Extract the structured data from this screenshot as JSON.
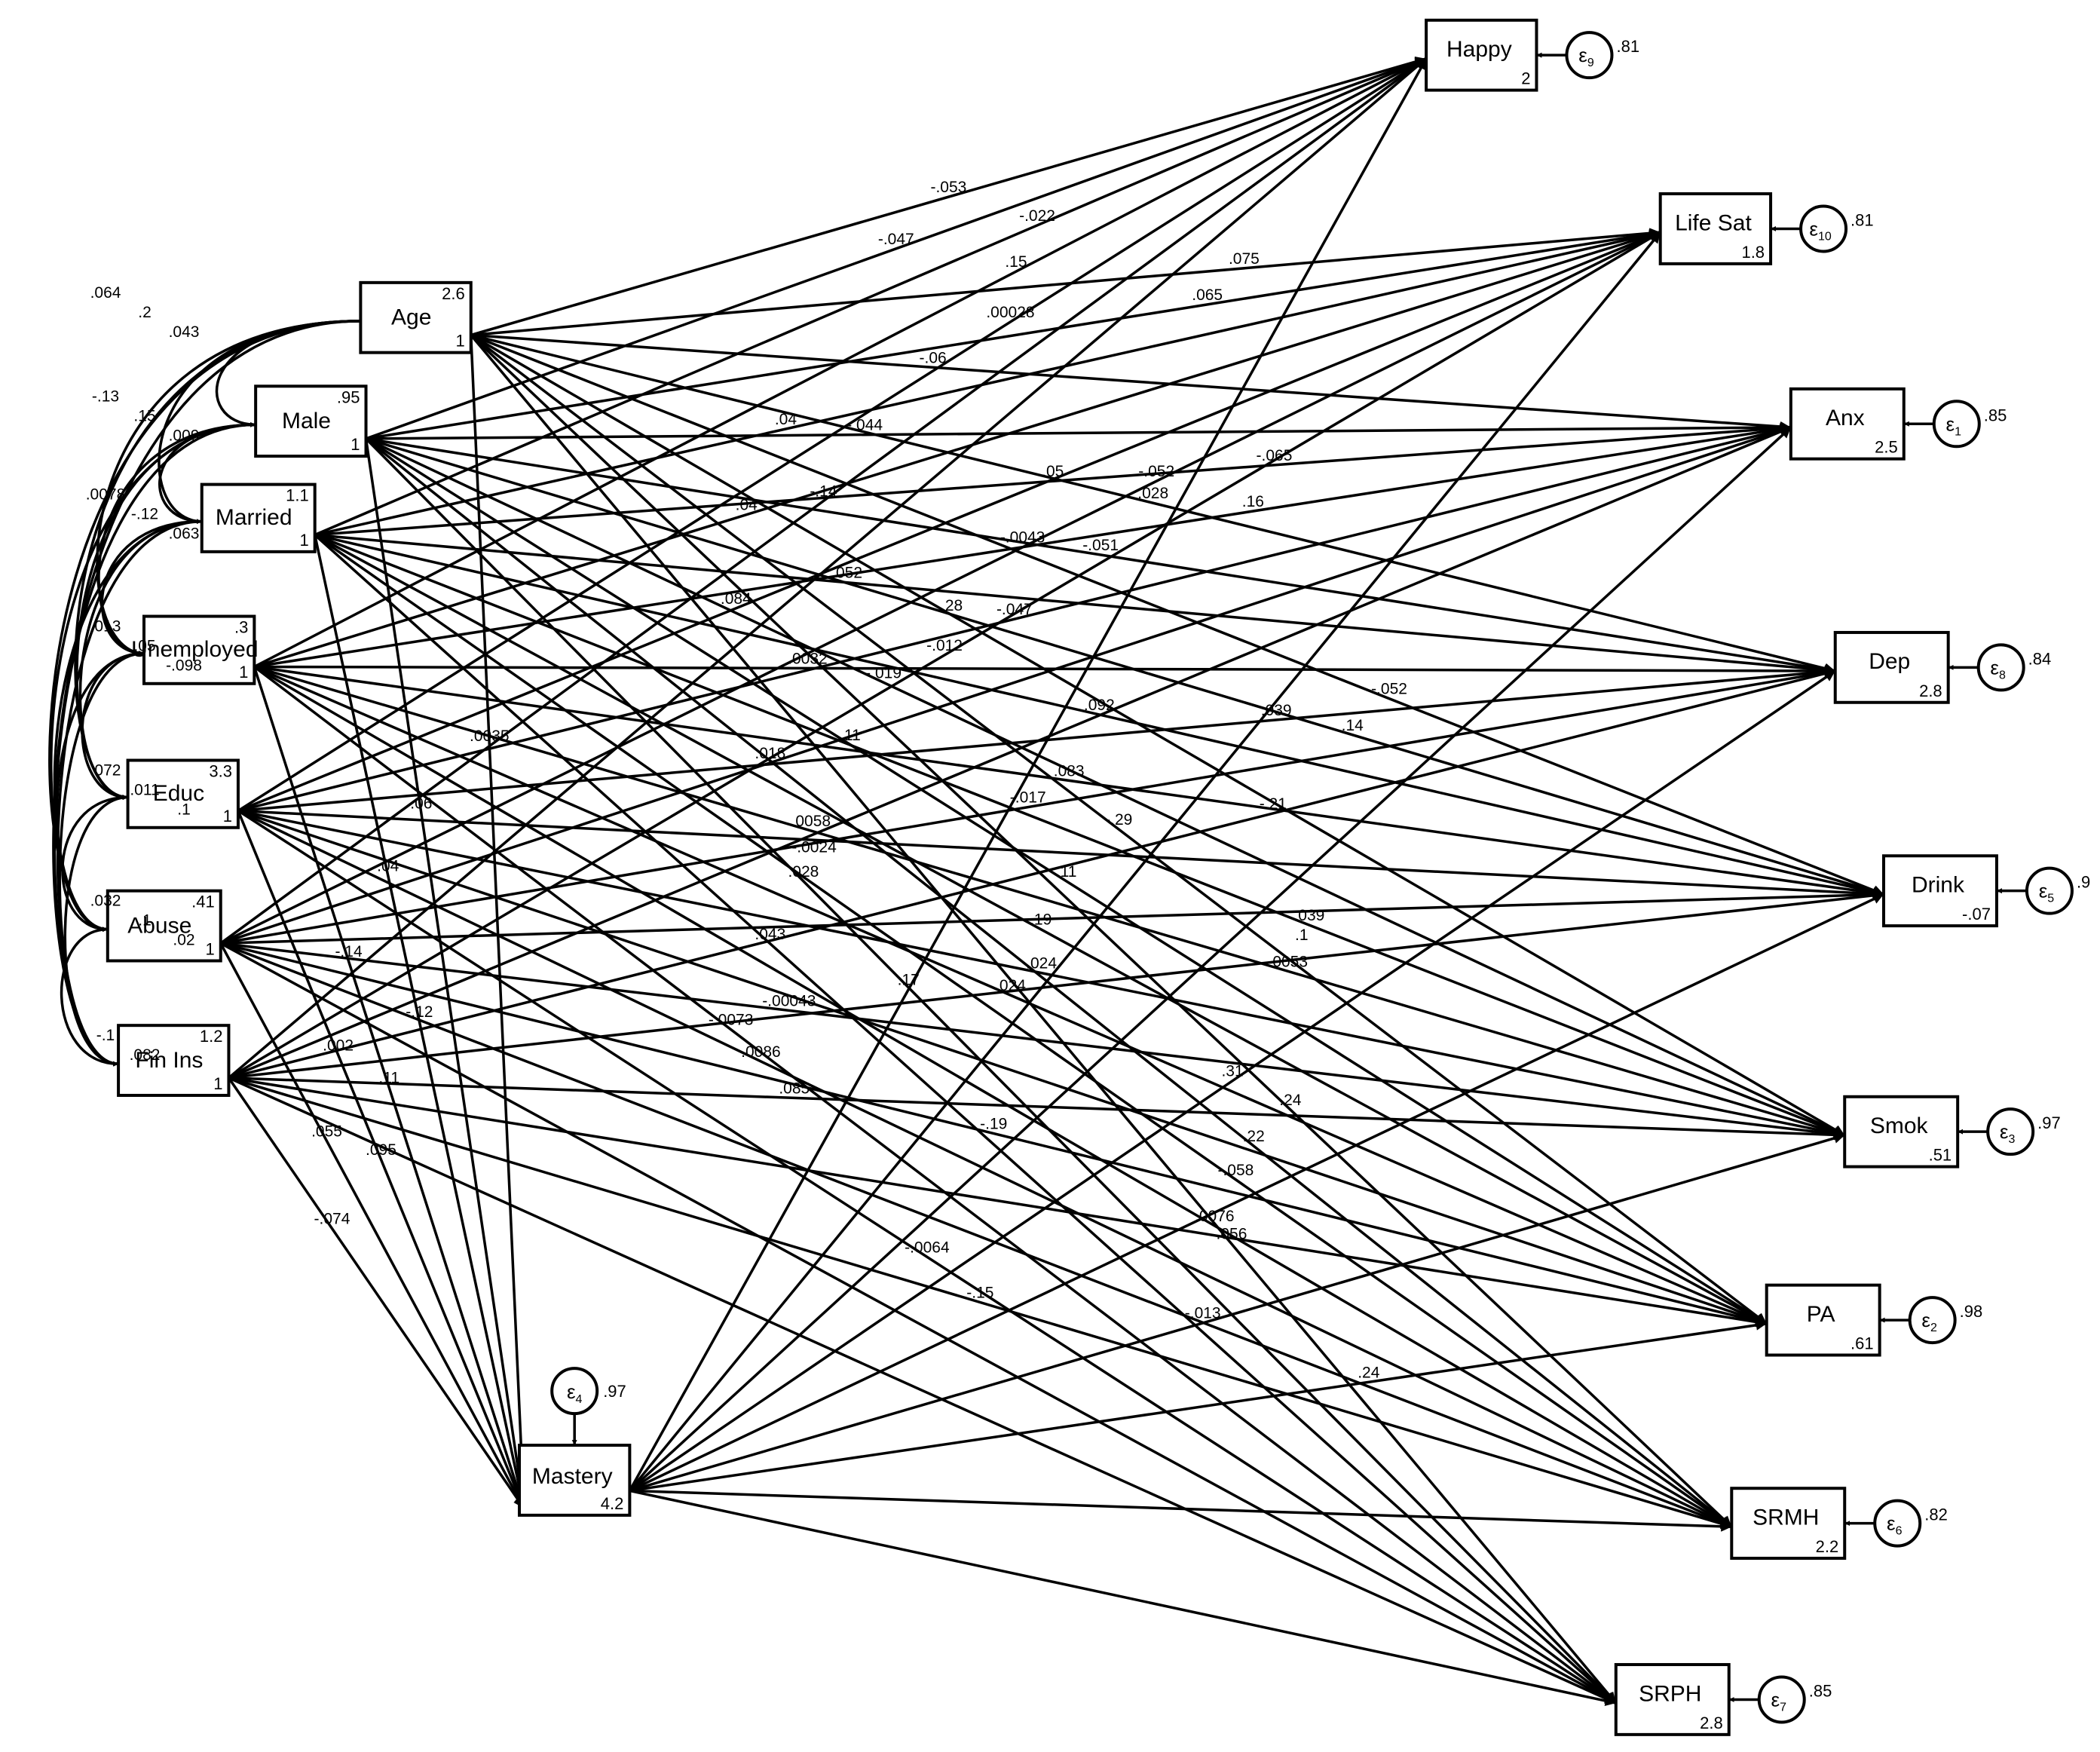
{
  "diagram": {
    "title": "",
    "exogenous": [
      {
        "id": "age",
        "label": "Age",
        "mean": "2.6",
        "var": "1"
      },
      {
        "id": "male",
        "label": "Male",
        "mean": ".95",
        "var": "1"
      },
      {
        "id": "married",
        "label": "Married",
        "mean": "1.1",
        "var": "1"
      },
      {
        "id": "unemployed",
        "label": "Unemployed",
        "mean": ".3",
        "var": "1"
      },
      {
        "id": "educ",
        "label": "Educ",
        "mean": "3.3",
        "var": "1"
      },
      {
        "id": "abuse",
        "label": "Abuse",
        "mean": ".41",
        "var": "1"
      },
      {
        "id": "finins",
        "label": "Fin Ins",
        "mean": "1.2",
        "var": "1"
      }
    ],
    "mediator": {
      "id": "mastery",
      "label": "Mastery",
      "intercept": "4.2",
      "error": {
        "symbol": "ε",
        "sub": "4",
        "variance": ".97"
      }
    },
    "outcomes": [
      {
        "id": "happy",
        "label": "Happy",
        "intercept": "2",
        "error": {
          "symbol": "ε",
          "sub": "9",
          "variance": ".81"
        }
      },
      {
        "id": "lifesat",
        "label": "Life Sat",
        "intercept": "1.8",
        "error": {
          "symbol": "ε",
          "sub": "10",
          "variance": ".81"
        }
      },
      {
        "id": "anx",
        "label": "Anx",
        "intercept": "2.5",
        "error": {
          "symbol": "ε",
          "sub": "1",
          "variance": ".85"
        }
      },
      {
        "id": "dep",
        "label": "Dep",
        "intercept": "2.8",
        "error": {
          "symbol": "ε",
          "sub": "8",
          "variance": ".84"
        }
      },
      {
        "id": "drink",
        "label": "Drink",
        "intercept": "-.07",
        "error": {
          "symbol": "ε",
          "sub": "5",
          "variance": ".9"
        }
      },
      {
        "id": "smok",
        "label": "Smok",
        "intercept": ".51",
        "error": {
          "symbol": "ε",
          "sub": "3",
          "variance": ".97"
        }
      },
      {
        "id": "pa",
        "label": "PA",
        "intercept": ".61",
        "error": {
          "symbol": "ε",
          "sub": "2",
          "variance": ".98"
        }
      },
      {
        "id": "srmh",
        "label": "SRMH",
        "intercept": "2.2",
        "error": {
          "symbol": "ε",
          "sub": "6",
          "variance": ".82"
        }
      },
      {
        "id": "srph",
        "label": "SRPH",
        "intercept": "2.8",
        "error": {
          "symbol": "ε",
          "sub": "7",
          "variance": ".85"
        }
      }
    ],
    "path_labels": {
      "age": [
        ".0035",
        "-.053",
        ".075",
        "-.06",
        ".028",
        "-.052",
        ".28",
        "-.29",
        ".24"
      ],
      "male": [
        ".06",
        "-.047",
        ".065",
        "-.044",
        "-.051",
        ".14",
        "-.019",
        ".11",
        ".22",
        ".028"
      ],
      "married": [
        ".04",
        "-.12",
        "-.022",
        ".04",
        ".05",
        "-.065",
        ".052",
        ".092",
        ".039",
        ".11",
        ".19",
        "-.058",
        ".043"
      ],
      "unemployed": [
        "-.14",
        ".11",
        ".15",
        ".04",
        "-.0043",
        ".16",
        ".0032",
        ".083",
        ".0053",
        ".0058",
        ".024",
        ".0076",
        "-.0073"
      ],
      "educ": [
        ".002",
        ".095",
        ".00028",
        ".084",
        "-.047",
        ".039",
        "-.0024",
        ".024",
        ".056",
        ".0086",
        "-.0064"
      ],
      "abuse": [
        ".055",
        "-.14",
        "-.052",
        ".018",
        "-.017",
        ".1",
        "-.00043",
        "-.19",
        "-.013"
      ],
      "finins": [
        "-.074",
        "-.012",
        "-.21",
        ".085",
        "-.15"
      ],
      "mastery": [
        ".17",
        ".31",
        ".24"
      ]
    },
    "covariance_labels": [
      ".064",
      ".2",
      ".043",
      "-.13",
      ".15",
      ".009",
      ".0078",
      "-.12",
      ".063",
      ".013",
      ".05",
      "-.098",
      ".072",
      ".011",
      ".1",
      ".032",
      ".1",
      ".02",
      "-.1",
      ".082"
    ]
  }
}
